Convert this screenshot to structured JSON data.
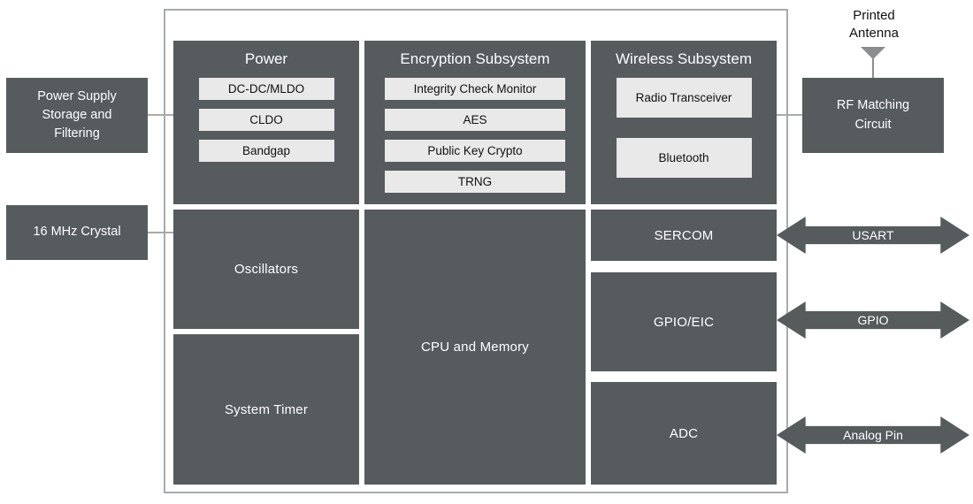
{
  "colors": {
    "block_dark": "#565b5e",
    "block_light": "#e9e9e9",
    "line_gray": "#a8abad",
    "text_light": "#ffffff",
    "text_dark": "#111111"
  },
  "left_blocks": {
    "power_supply": "Power Supply Storage and Filtering",
    "crystal": "16 MHz Crystal"
  },
  "antenna": {
    "label": "Printed Antenna"
  },
  "rf_matching": {
    "label": "RF Matching Circuit"
  },
  "power": {
    "title": "Power",
    "items": [
      "DC-DC/MLDO",
      "CLDO",
      "Bandgap"
    ]
  },
  "encryption": {
    "title": "Encryption Subsystem",
    "items": [
      "Integrity Check Monitor",
      "AES",
      "Public Key Crypto",
      "TRNG"
    ]
  },
  "wireless": {
    "title": "Wireless Subsystem",
    "items": [
      "Radio Transceiver",
      "Bluetooth"
    ]
  },
  "blocks": {
    "oscillators": "Oscillators",
    "system_timer": "System Timer",
    "cpu": "CPU and Memory",
    "sercom": "SERCOM",
    "gpio_eic": "GPIO/EIC",
    "adc": "ADC"
  },
  "arrows": [
    {
      "label": "USART"
    },
    {
      "label": "GPIO"
    },
    {
      "label": "Analog Pin"
    }
  ]
}
